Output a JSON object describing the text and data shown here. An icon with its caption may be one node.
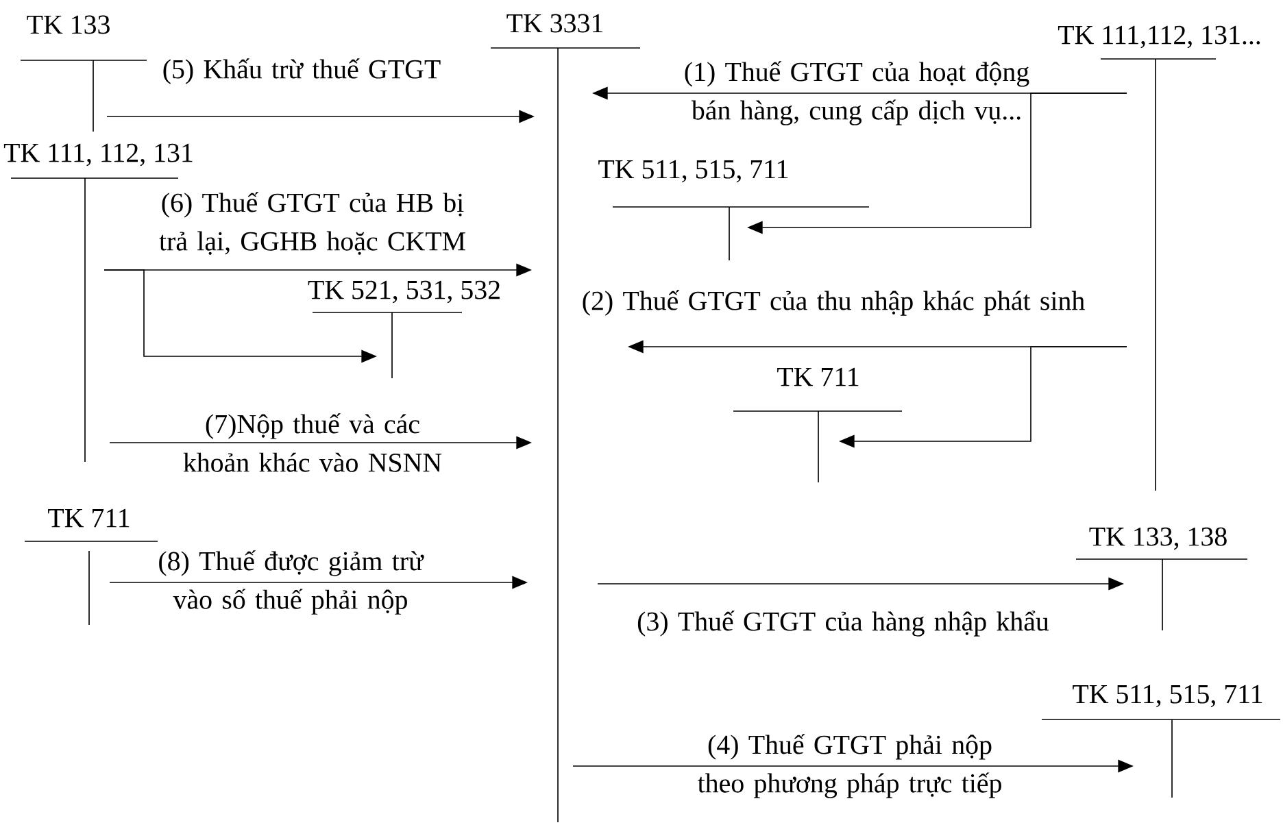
{
  "diagram": {
    "nodes": [
      {
        "text": [
          "TK 133"
        ]
      },
      {
        "text": [
          "TK 3331"
        ]
      },
      {
        "text": [
          "TK 111,112, 131..."
        ]
      },
      {
        "text": [
          "TK 111, 112, 131"
        ]
      },
      {
        "text": [
          "TK 511, 515, 711"
        ]
      },
      {
        "text": [
          "TK 521, 531, 532"
        ]
      },
      {
        "text": [
          "TK 711"
        ]
      },
      {
        "text": [
          "TK 711"
        ]
      },
      {
        "text": [
          "TK 133, 138"
        ]
      },
      {
        "text": [
          "TK 511, 515, 711"
        ]
      }
    ],
    "edges": [
      {
        "from": 0,
        "to": 1,
        "arrow": "to",
        "label": "(5) Khấu trừ thuế GTGT"
      },
      {
        "from": 2,
        "to": 1,
        "arrow": "to",
        "label": "(1) Thuế GTGT của hoạt động bán hàng, cung cấp dịch vụ..."
      },
      {
        "from": 2,
        "to": 4,
        "arrow": "to"
      },
      {
        "from": 3,
        "to": 1,
        "arrow": "to",
        "label": "(6) Thuế GTGT của HB bị trả lại, GGHB hoặc CKTM"
      },
      {
        "from": 3,
        "to": 5,
        "arrow": "to"
      },
      {
        "from": 2,
        "to": 1,
        "arrow": "to",
        "label": "(2) Thuế GTGT của thu nhập khác phát sinh"
      },
      {
        "from": 2,
        "to": 6,
        "arrow": "to"
      },
      {
        "from": 3,
        "to": 1,
        "arrow": "to",
        "label": "(7)Nộp thuế và các khoản khác vào NSNN"
      },
      {
        "from": 7,
        "to": 1,
        "arrow": "to",
        "label": "(8) Thuế được giảm trừ vào số thuế phải nộp"
      },
      {
        "from": 1,
        "to": 8,
        "arrow": "to",
        "label": "(3) Thuế GTGT của hàng nhập khẩu"
      },
      {
        "from": 1,
        "to": 9,
        "arrow": "to",
        "label": "(4) Thuế GTGT phải nộp theo phương pháp trực tiếp"
      }
    ]
  }
}
